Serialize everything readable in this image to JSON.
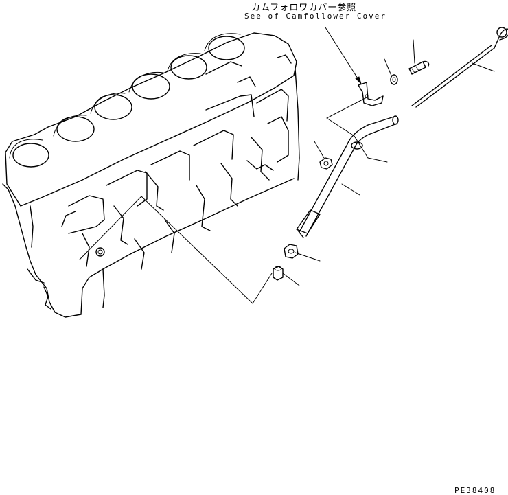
{
  "reference_note": {
    "japanese": "カムフォロワカバー参照",
    "english": "See of Camfollower Cover"
  },
  "drawing_code": "PE38408"
}
